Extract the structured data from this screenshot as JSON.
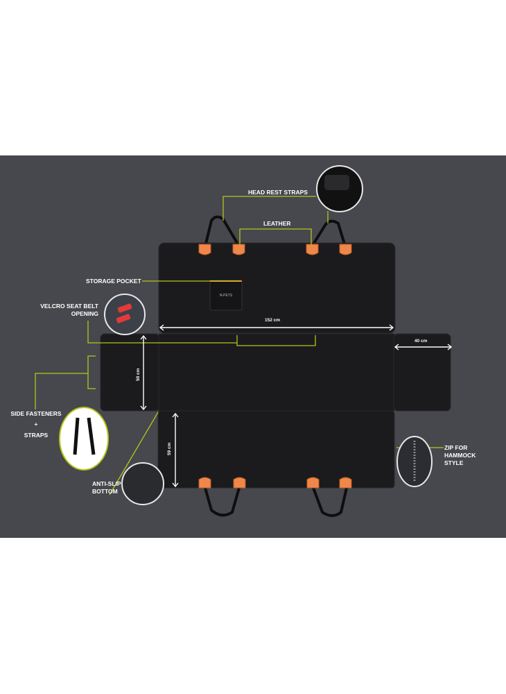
{
  "labels": {
    "head_rest_straps": "HEAD REST STRAPS",
    "leather": "LEATHER",
    "storage_pocket": "STORAGE POCKET",
    "velcro_line1": "VELCRO SEAT BELT",
    "velcro_line2": "OPENING",
    "side_fasteners": "SIDE FASTENERS",
    "plus": "+",
    "straps": "STRAPS",
    "anti_slip_line1": "ANTI-SLIP",
    "anti_slip_line2": "BOTTOM",
    "zip_line1": "ZIP FOR",
    "zip_line2": "HAMMOCK",
    "zip_line3": "STYLE"
  },
  "dimensions": {
    "width": "152 cm",
    "flap_width": "40 cm",
    "seat_depth": "50 cm",
    "drop_length": "59 cm"
  },
  "brand_logo": "N-PETS",
  "colors": {
    "background": "#46484d",
    "accent_leader": "#b8c41a",
    "leather": "#f0874a"
  }
}
